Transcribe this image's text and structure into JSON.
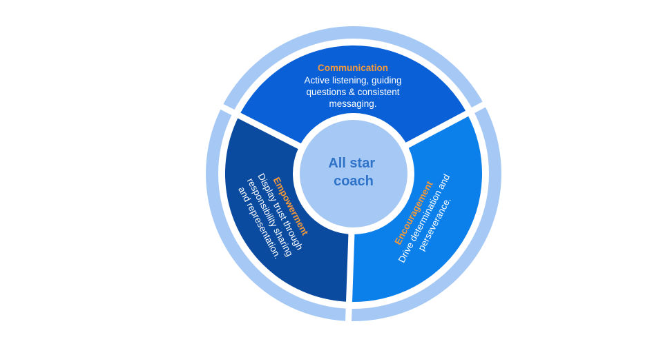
{
  "center": {
    "label_lines": [
      "All star",
      "coach"
    ]
  },
  "segments": [
    {
      "id": "communication",
      "title": "Communication",
      "lines": [
        "Active listening, guiding",
        "questions & consistent",
        "messaging."
      ]
    },
    {
      "id": "encouragement",
      "title": "Encouragement",
      "lines": [
        "Drive determination and",
        "perseverance."
      ]
    },
    {
      "id": "empowerment",
      "title": "Empowerment",
      "lines": [
        "Display trust through",
        "responsibility sharing",
        "and representation."
      ]
    }
  ],
  "colors": {
    "outer_ring": "#a6c8f5",
    "communication": "#0a60d6",
    "encouragement": "#0b7fea",
    "empowerment": "#0a4a9f",
    "center_fill": "#a6c8f5",
    "center_text": "#2f73c9",
    "title_accent": "#f49a3c",
    "gap": "#ffffff"
  }
}
